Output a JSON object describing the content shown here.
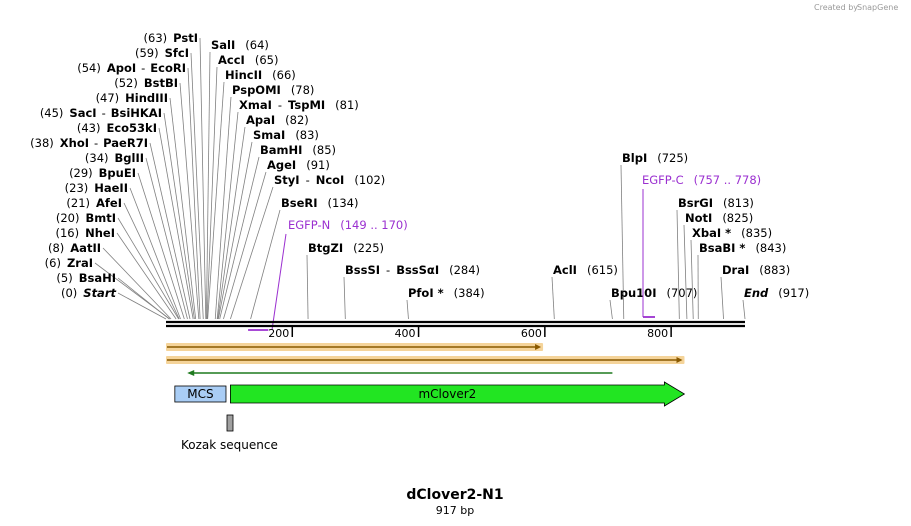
{
  "credit": {
    "created_by": "Created by",
    "brand": "SnapGene"
  },
  "title": "dClover2-N1",
  "subtitle": "917 bp",
  "sequence_length": 917,
  "ruler_ticks": [
    {
      "value": 200,
      "label": "200"
    },
    {
      "value": 400,
      "label": "400"
    },
    {
      "value": 600,
      "label": "600"
    },
    {
      "value": 800,
      "label": "800"
    }
  ],
  "left_sites": [
    {
      "pos_label": "(0)",
      "name": "Start",
      "name2": "",
      "bp": 0,
      "italic": true
    },
    {
      "pos_label": "(5)",
      "name": "BsaHI",
      "name2": "",
      "bp": 5
    },
    {
      "pos_label": "(6)",
      "name": "ZraI",
      "name2": "",
      "bp": 6
    },
    {
      "pos_label": "(8)",
      "name": "AatII",
      "name2": "",
      "bp": 8
    },
    {
      "pos_label": "(16)",
      "name": "NheI",
      "name2": "",
      "bp": 16
    },
    {
      "pos_label": "(20)",
      "name": "BmtI",
      "name2": "",
      "bp": 20
    },
    {
      "pos_label": "(21)",
      "name": "AfeI",
      "name2": "",
      "bp": 21
    },
    {
      "pos_label": "(23)",
      "name": "HaeII",
      "name2": "",
      "bp": 23
    },
    {
      "pos_label": "(29)",
      "name": "BpuEI",
      "name2": "",
      "bp": 29
    },
    {
      "pos_label": "(34)",
      "name": "BglII",
      "name2": "",
      "bp": 34
    },
    {
      "pos_label": "(38)",
      "name": "XhoI",
      "name2": "PaeR7I",
      "bp": 38
    },
    {
      "pos_label": "(43)",
      "name": "Eco53kI",
      "name2": "",
      "bp": 43
    },
    {
      "pos_label": "(45)",
      "name": "SacI",
      "name2": "BsiHKAI",
      "bp": 45
    },
    {
      "pos_label": "(47)",
      "name": "HindIII",
      "name2": "",
      "bp": 47
    },
    {
      "pos_label": "(52)",
      "name": "BstBI",
      "name2": "",
      "bp": 52
    },
    {
      "pos_label": "(54)",
      "name": "ApoI",
      "name2": "EcoRI",
      "bp": 54
    },
    {
      "pos_label": "(59)",
      "name": "SfcI",
      "name2": "",
      "bp": 59
    },
    {
      "pos_label": "(63)",
      "name": "PstI",
      "name2": "",
      "bp": 63
    }
  ],
  "right_sites": [
    {
      "name": "SalI",
      "name2": "",
      "pos_label": "(64)",
      "bp": 64
    },
    {
      "name": "AccI",
      "name2": "",
      "pos_label": "(65)",
      "bp": 65
    },
    {
      "name": "HincII",
      "name2": "",
      "pos_label": "(66)",
      "bp": 66
    },
    {
      "name": "PspOMI",
      "name2": "",
      "pos_label": "(78)",
      "bp": 78
    },
    {
      "name": "XmaI",
      "name2": "TspMI",
      "pos_label": "(81)",
      "bp": 81
    },
    {
      "name": "ApaI",
      "name2": "",
      "pos_label": "(82)",
      "bp": 82
    },
    {
      "name": "SmaI",
      "name2": "",
      "pos_label": "(83)",
      "bp": 83
    },
    {
      "name": "BamHI",
      "name2": "",
      "pos_label": "(85)",
      "bp": 85
    },
    {
      "name": "AgeI",
      "name2": "",
      "pos_label": "(91)",
      "bp": 91
    },
    {
      "name": "StyI",
      "name2": "NcoI",
      "pos_label": "(102)",
      "bp": 102
    },
    {
      "name": "BseRI",
      "name2": "",
      "pos_label": "(134)",
      "bp": 134
    },
    {
      "name": "BtgZI",
      "name2": "",
      "pos_label": "(225)",
      "bp": 225
    },
    {
      "name": "BssSI",
      "name2": "BssSαI",
      "pos_label": "(284)",
      "bp": 284
    },
    {
      "name": "PfoI *",
      "name2": "",
      "pos_label": "(384)",
      "bp": 384
    },
    {
      "name": "AclI",
      "name2": "",
      "pos_label": "(615)",
      "bp": 615
    },
    {
      "name": "Bpu10I",
      "name2": "",
      "pos_label": "(707)",
      "bp": 707
    },
    {
      "name": "BlpI",
      "name2": "",
      "pos_label": "(725)",
      "bp": 725
    },
    {
      "name": "BsrGI",
      "name2": "",
      "pos_label": "(813)",
      "bp": 813
    },
    {
      "name": "NotI",
      "name2": "",
      "pos_label": "(825)",
      "bp": 825
    },
    {
      "name": "XbaI *",
      "name2": "",
      "pos_label": "(835)",
      "bp": 835
    },
    {
      "name": "BsaBI *",
      "name2": "",
      "pos_label": "(843)",
      "bp": 843
    },
    {
      "name": "DraI",
      "name2": "",
      "pos_label": "(883)",
      "bp": 883
    },
    {
      "name": "End",
      "name2": "",
      "pos_label": "(917)",
      "bp": 917,
      "italic": true
    }
  ],
  "primers": [
    {
      "name": "EGFP-N",
      "range": "(149 .. 170)",
      "start": 149,
      "end": 170
    },
    {
      "name": "EGFP-C",
      "range": "(757 .. 778)",
      "start": 757,
      "end": 778
    }
  ],
  "features": [
    {
      "name": "MCS",
      "start": 14,
      "end": 95,
      "color": "#a9cdf5",
      "type": "box"
    },
    {
      "name": "mClover2",
      "start": 102,
      "end": 821,
      "color": "#22e522",
      "type": "arrow"
    },
    {
      "name": "Kozak sequence",
      "start": 95,
      "end": 106,
      "color": "#a0a0a0",
      "type": "small"
    }
  ],
  "orfs": [
    {
      "start": 0,
      "end": 594,
      "direction": "forward"
    },
    {
      "start": 0,
      "end": 818,
      "direction": "forward"
    },
    {
      "start": 32,
      "end": 707,
      "direction": "reverse"
    }
  ],
  "colors": {
    "primer": "#9b30d0",
    "orf_fill": "#f5d49a",
    "orf_line": "#8a5a00",
    "orf_reverse": "#1f7a1f",
    "backbone": "#000000",
    "leader": "#808080"
  }
}
